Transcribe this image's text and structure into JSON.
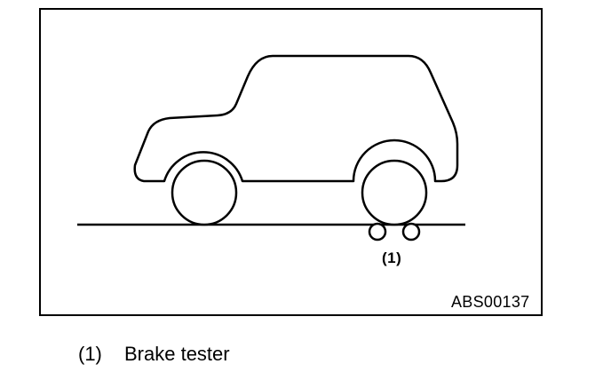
{
  "figure": {
    "id": "ABS00137",
    "callout": "(1)",
    "icons": [
      "vehicle-outline",
      "brake-tester-rollers"
    ]
  },
  "legend": {
    "items": [
      {
        "number": "(1)",
        "label": "Brake tester"
      }
    ]
  },
  "colors": {
    "line": "#000000",
    "background": "#ffffff"
  }
}
